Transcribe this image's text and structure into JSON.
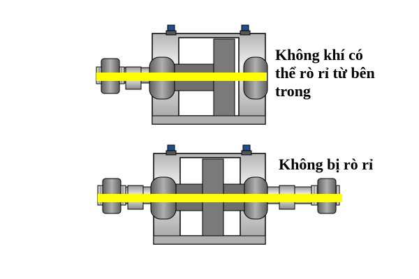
{
  "captions": {
    "top_line1": "Không khí có",
    "top_line2": "thể rò rỉ từ bên",
    "top_line3": "trong",
    "bottom": "Không bị rò rỉ"
  },
  "colors": {
    "highlight": "#ffff00",
    "body": "#c8c8c8",
    "body_dark": "#9a9a9a",
    "piston": "#6e6e6e",
    "nut": "#7d7d7d",
    "fitting": "#1d4f8f",
    "outline": "#000000"
  },
  "icons": {
    "fitting": "air-fitting-icon",
    "nut": "hex-nut-icon"
  }
}
